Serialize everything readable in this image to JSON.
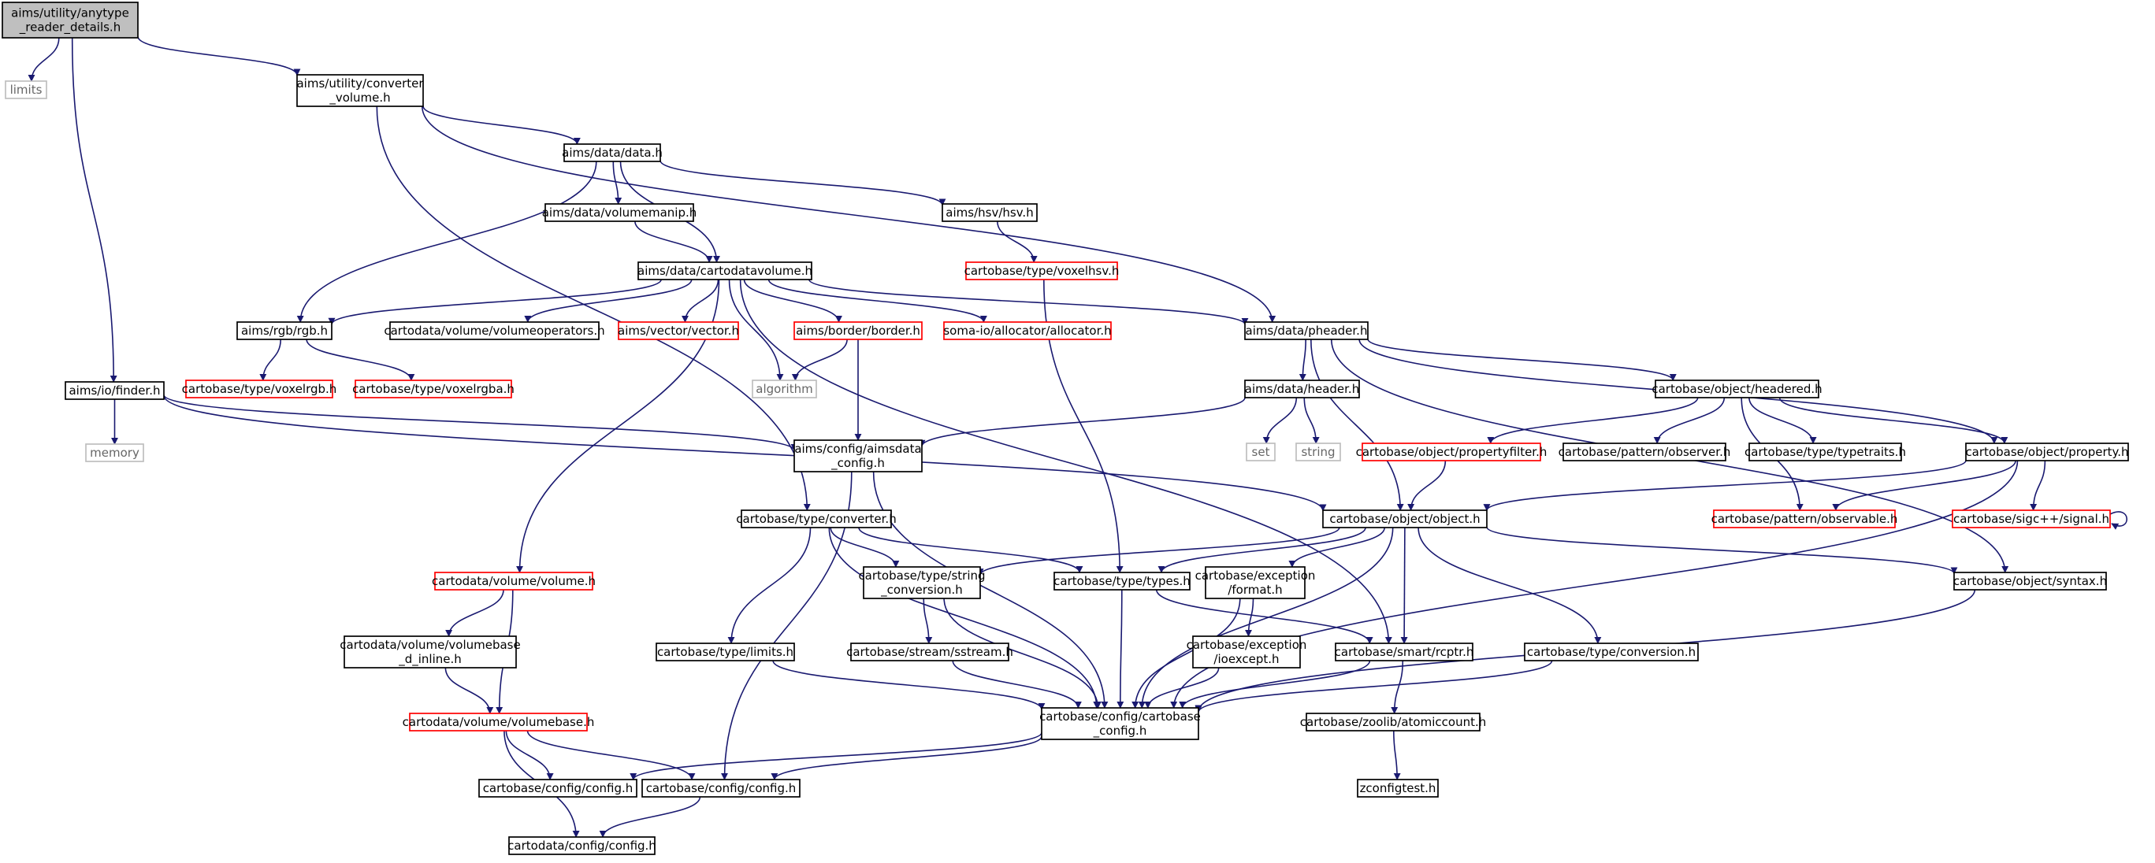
{
  "colors": {
    "edge": "#191970",
    "normal_border": "#000000",
    "missing_border": "#ff0000",
    "system_border": "#bfbfbf",
    "root_fill": "#bfbfbf"
  },
  "nodes": [
    {
      "id": "root",
      "kind": "root",
      "lines": [
        "aims/utility/anytype",
        "_reader_details.h"
      ]
    },
    {
      "id": "limits",
      "kind": "gray",
      "lines": [
        "limits"
      ]
    },
    {
      "id": "converter_volume",
      "kind": "normal",
      "lines": [
        "aims/utility/converter",
        "_volume.h"
      ]
    },
    {
      "id": "finder",
      "kind": "normal",
      "lines": [
        "aims/io/finder.h"
      ]
    },
    {
      "id": "data_h",
      "kind": "normal",
      "lines": [
        "aims/data/data.h"
      ]
    },
    {
      "id": "volumemanip",
      "kind": "normal",
      "lines": [
        "aims/data/volumemanip.h"
      ]
    },
    {
      "id": "hsv",
      "kind": "normal",
      "lines": [
        "aims/hsv/hsv.h"
      ]
    },
    {
      "id": "voxelhsv",
      "kind": "red",
      "lines": [
        "cartobase/type/voxelhsv.h"
      ]
    },
    {
      "id": "cartodatavolume",
      "kind": "normal",
      "lines": [
        "aims/data/cartodatavolume.h"
      ]
    },
    {
      "id": "rgb",
      "kind": "normal",
      "lines": [
        "aims/rgb/rgb.h"
      ]
    },
    {
      "id": "volumeoperators",
      "kind": "normal",
      "lines": [
        "cartodata/volume/volumeoperators.h"
      ]
    },
    {
      "id": "vector",
      "kind": "red",
      "lines": [
        "aims/vector/vector.h"
      ]
    },
    {
      "id": "border",
      "kind": "red",
      "lines": [
        "aims/border/border.h"
      ]
    },
    {
      "id": "allocator",
      "kind": "red",
      "lines": [
        "soma-io/allocator/allocator.h"
      ]
    },
    {
      "id": "pheader",
      "kind": "normal",
      "lines": [
        "aims/data/pheader.h"
      ]
    },
    {
      "id": "voxelrgb",
      "kind": "red",
      "lines": [
        "cartobase/type/voxelrgb.h"
      ]
    },
    {
      "id": "voxelrgba",
      "kind": "red",
      "lines": [
        "cartobase/type/voxelrgba.h"
      ]
    },
    {
      "id": "algorithm",
      "kind": "gray",
      "lines": [
        "algorithm"
      ]
    },
    {
      "id": "memory",
      "kind": "gray",
      "lines": [
        "memory"
      ]
    },
    {
      "id": "aimsdata_config",
      "kind": "normal",
      "lines": [
        "aims/config/aimsdata",
        "_config.h"
      ]
    },
    {
      "id": "header",
      "kind": "normal",
      "lines": [
        "aims/data/header.h"
      ]
    },
    {
      "id": "set",
      "kind": "gray",
      "lines": [
        "set"
      ]
    },
    {
      "id": "string",
      "kind": "gray",
      "lines": [
        "string"
      ]
    },
    {
      "id": "headered",
      "kind": "normal",
      "lines": [
        "cartobase/object/headered.h"
      ]
    },
    {
      "id": "propertyfilter",
      "kind": "red",
      "lines": [
        "cartobase/object/propertyfilter.h"
      ]
    },
    {
      "id": "observer",
      "kind": "normal",
      "lines": [
        "cartobase/pattern/observer.h"
      ]
    },
    {
      "id": "typetraits",
      "kind": "normal",
      "lines": [
        "cartobase/type/typetraits.h"
      ]
    },
    {
      "id": "property",
      "kind": "normal",
      "lines": [
        "cartobase/object/property.h"
      ]
    },
    {
      "id": "type_converter",
      "kind": "normal",
      "lines": [
        "cartobase/type/converter.h"
      ]
    },
    {
      "id": "object",
      "kind": "normal",
      "lines": [
        "cartobase/object/object.h"
      ]
    },
    {
      "id": "observable",
      "kind": "red",
      "lines": [
        "cartobase/pattern/observable.h"
      ]
    },
    {
      "id": "signal",
      "kind": "red",
      "lines": [
        "cartobase/sigc++/signal.h"
      ]
    },
    {
      "id": "volume",
      "kind": "red",
      "lines": [
        "cartodata/volume/volume.h"
      ]
    },
    {
      "id": "string_conversion",
      "kind": "normal",
      "lines": [
        "cartobase/type/string",
        "_conversion.h"
      ]
    },
    {
      "id": "types",
      "kind": "normal",
      "lines": [
        "cartobase/type/types.h"
      ]
    },
    {
      "id": "format",
      "kind": "normal",
      "lines": [
        "cartobase/exception",
        "/format.h"
      ]
    },
    {
      "id": "syntax",
      "kind": "normal",
      "lines": [
        "cartobase/object/syntax.h"
      ]
    },
    {
      "id": "volumebase_d_inline",
      "kind": "normal",
      "lines": [
        "cartodata/volume/volumebase",
        "_d_inline.h"
      ]
    },
    {
      "id": "type_limits",
      "kind": "normal",
      "lines": [
        "cartobase/type/limits.h"
      ]
    },
    {
      "id": "sstream",
      "kind": "normal",
      "lines": [
        "cartobase/stream/sstream.h"
      ]
    },
    {
      "id": "ioexcept",
      "kind": "normal",
      "lines": [
        "cartobase/exception",
        "/ioexcept.h"
      ]
    },
    {
      "id": "rcptr",
      "kind": "normal",
      "lines": [
        "cartobase/smart/rcptr.h"
      ]
    },
    {
      "id": "type_conversion",
      "kind": "normal",
      "lines": [
        "cartobase/type/conversion.h"
      ]
    },
    {
      "id": "volumebase",
      "kind": "red",
      "lines": [
        "cartodata/volume/volumebase.h"
      ]
    },
    {
      "id": "cartobase_config",
      "kind": "normal",
      "lines": [
        "cartobase/config/cartobase",
        "_config.h"
      ]
    },
    {
      "id": "atomiccount",
      "kind": "normal",
      "lines": [
        "cartobase/zoolib/atomiccount.h"
      ]
    },
    {
      "id": "config_a",
      "kind": "normal",
      "lines": [
        "cartobase/config/config.h"
      ]
    },
    {
      "id": "config_b",
      "kind": "normal",
      "lines": [
        "cartobase/config/config.h"
      ]
    },
    {
      "id": "zconfigtest",
      "kind": "normal",
      "lines": [
        "zconfigtest.h"
      ]
    },
    {
      "id": "cartodata_config",
      "kind": "normal",
      "lines": [
        "cartodata/config/config.h"
      ]
    }
  ],
  "edges": [
    [
      "root",
      "limits"
    ],
    [
      "root",
      "converter_volume"
    ],
    [
      "root",
      "finder"
    ],
    [
      "converter_volume",
      "data_h"
    ],
    [
      "converter_volume",
      "pheader"
    ],
    [
      "converter_volume",
      "type_converter"
    ],
    [
      "data_h",
      "volumemanip"
    ],
    [
      "data_h",
      "cartodatavolume"
    ],
    [
      "data_h",
      "hsv"
    ],
    [
      "data_h",
      "rgb"
    ],
    [
      "volumemanip",
      "cartodatavolume"
    ],
    [
      "hsv",
      "voxelhsv"
    ],
    [
      "voxelhsv",
      "types"
    ],
    [
      "cartodatavolume",
      "rgb"
    ],
    [
      "cartodatavolume",
      "volumeoperators"
    ],
    [
      "cartodatavolume",
      "vector"
    ],
    [
      "cartodatavolume",
      "border"
    ],
    [
      "cartodatavolume",
      "allocator"
    ],
    [
      "cartodatavolume",
      "pheader"
    ],
    [
      "cartodatavolume",
      "algorithm"
    ],
    [
      "cartodatavolume",
      "volume"
    ],
    [
      "cartodatavolume",
      "rcptr"
    ],
    [
      "rgb",
      "voxelrgb"
    ],
    [
      "rgb",
      "voxelrgba"
    ],
    [
      "border",
      "algorithm"
    ],
    [
      "border",
      "aimsdata_config"
    ],
    [
      "finder",
      "memory"
    ],
    [
      "finder",
      "aimsdata_config"
    ],
    [
      "finder",
      "object"
    ],
    [
      "pheader",
      "header"
    ],
    [
      "pheader",
      "headered"
    ],
    [
      "pheader",
      "property"
    ],
    [
      "pheader",
      "object"
    ],
    [
      "pheader",
      "syntax"
    ],
    [
      "header",
      "set"
    ],
    [
      "header",
      "string"
    ],
    [
      "header",
      "aimsdata_config"
    ],
    [
      "headered",
      "propertyfilter"
    ],
    [
      "headered",
      "observer"
    ],
    [
      "headered",
      "typetraits"
    ],
    [
      "headered",
      "property"
    ],
    [
      "headered",
      "observable"
    ],
    [
      "propertyfilter",
      "object"
    ],
    [
      "property",
      "object"
    ],
    [
      "property",
      "observable"
    ],
    [
      "property",
      "signal"
    ],
    [
      "property",
      "cartobase_config"
    ],
    [
      "signal",
      "signal"
    ],
    [
      "aimsdata_config",
      "cartobase_config"
    ],
    [
      "aimsdata_config",
      "config_b"
    ],
    [
      "type_converter",
      "string_conversion"
    ],
    [
      "type_converter",
      "types"
    ],
    [
      "type_converter",
      "type_limits"
    ],
    [
      "type_converter",
      "cartobase_config"
    ],
    [
      "object",
      "string_conversion"
    ],
    [
      "object",
      "types"
    ],
    [
      "object",
      "format"
    ],
    [
      "object",
      "rcptr"
    ],
    [
      "object",
      "type_conversion"
    ],
    [
      "object",
      "syntax"
    ],
    [
      "object",
      "cartobase_config"
    ],
    [
      "string_conversion",
      "sstream"
    ],
    [
      "string_conversion",
      "cartobase_config"
    ],
    [
      "types",
      "rcptr"
    ],
    [
      "types",
      "cartobase_config"
    ],
    [
      "format",
      "ioexcept"
    ],
    [
      "format",
      "cartobase_config"
    ],
    [
      "syntax",
      "cartobase_config"
    ],
    [
      "volume",
      "volumebase_d_inline"
    ],
    [
      "volume",
      "volumebase"
    ],
    [
      "volumebase_d_inline",
      "volumebase"
    ],
    [
      "volumebase",
      "config_a"
    ],
    [
      "volumebase",
      "config_b"
    ],
    [
      "volumebase",
      "cartodata_config"
    ],
    [
      "type_limits",
      "cartobase_config"
    ],
    [
      "sstream",
      "cartobase_config"
    ],
    [
      "ioexcept",
      "cartobase_config"
    ],
    [
      "rcptr",
      "cartobase_config"
    ],
    [
      "rcptr",
      "atomiccount"
    ],
    [
      "type_conversion",
      "cartobase_config"
    ],
    [
      "cartobase_config",
      "config_a"
    ],
    [
      "cartobase_config",
      "config_b"
    ],
    [
      "atomiccount",
      "zconfigtest"
    ],
    [
      "config_b",
      "cartodata_config"
    ]
  ]
}
